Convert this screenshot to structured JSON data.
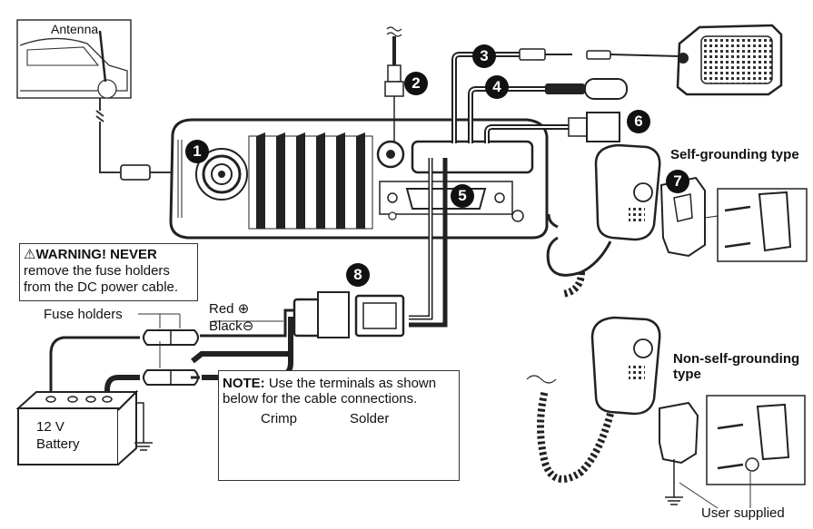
{
  "labels": {
    "antenna": "Antenna",
    "self_grounding": "Self-grounding type",
    "non_self_grounding_1": "Non-self-grounding",
    "non_self_grounding_2": "type",
    "fuse_holders": "Fuse holders",
    "red": "Red",
    "black": "Black",
    "battery_1": "12 V",
    "battery_2": "Battery",
    "user_supplied": "User supplied"
  },
  "warning": {
    "title": "WARNING! NEVER",
    "line1": "remove the fuse holders",
    "line2": "from the DC power cable."
  },
  "note": {
    "title": "NOTE:",
    "line1": " Use the terminals as shown",
    "line2": "below for the cable connections.",
    "crimp": "Crimp",
    "solder": "Solder"
  },
  "callouts": [
    "1",
    "2",
    "3",
    "4",
    "5",
    "6",
    "7",
    "8"
  ],
  "icons": {
    "warning": "warning-triangle-icon",
    "plus": "plus-circle-icon",
    "minus": "minus-circle-icon",
    "ground": "ground-symbol-icon"
  }
}
